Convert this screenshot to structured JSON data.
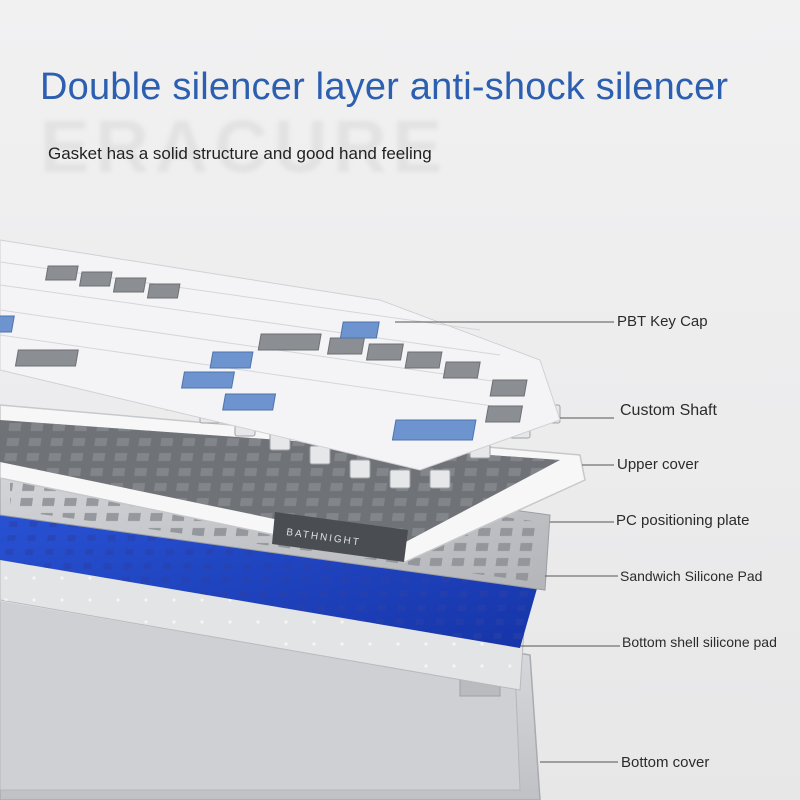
{
  "headline": "Double silencer layer anti-shock silencer",
  "watermark": "ERACURE",
  "subtitle": "Gasket has a solid structure and good hand feeling",
  "keyboard": {
    "brand_text": "BATHNIGHT",
    "colors": {
      "white_key": "#f4f4f6",
      "gray_key": "#8b8e93",
      "blue_key": "#6d94cf",
      "frame": "#f6f6f7",
      "switch_plate": "#6f7277",
      "silicone_pad": "#1e44c6",
      "bottom_shell": "#d4d5d8"
    }
  },
  "callouts": [
    {
      "id": "pbt-key-cap",
      "text": "PBT Key Cap"
    },
    {
      "id": "custom-shaft",
      "text": "Custom Shaft"
    },
    {
      "id": "upper-cover",
      "text": "Upper cover"
    },
    {
      "id": "pc-positioning-plate",
      "text": "PC positioning plate"
    },
    {
      "id": "sandwich-silicone-pad",
      "text": "Sandwich Silicone Pad"
    },
    {
      "id": "bottom-shell-silicone-pad",
      "text": "Bottom shell silicone pad"
    },
    {
      "id": "bottom-cover",
      "text": "Bottom cover"
    }
  ]
}
